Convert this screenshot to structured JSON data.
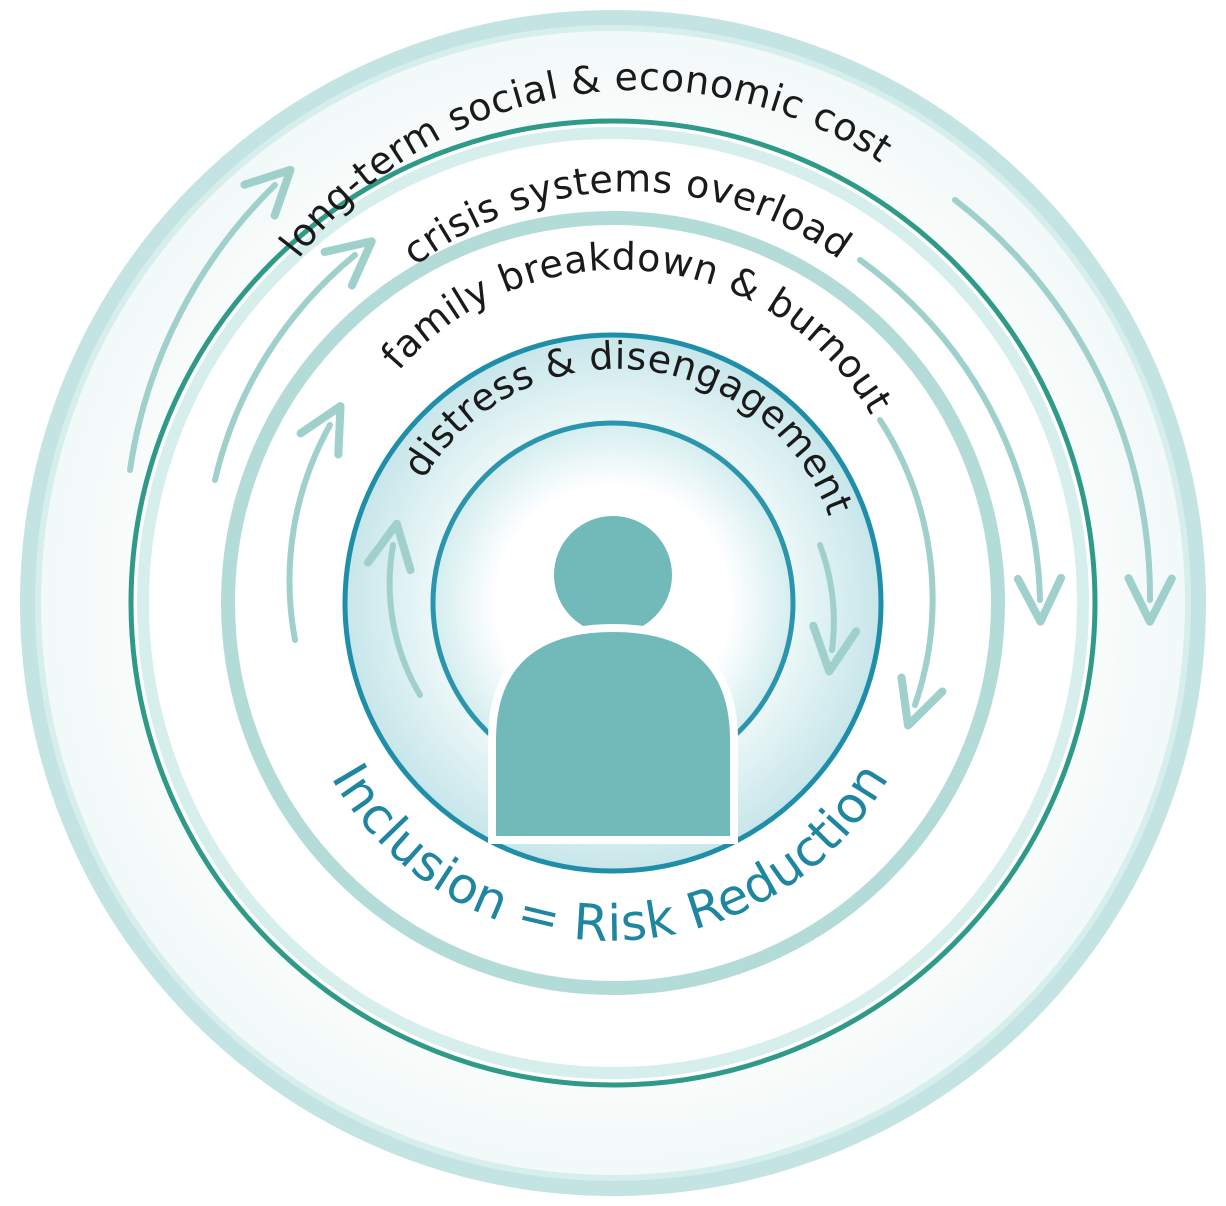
{
  "rings": [
    {
      "label": "long-term social & economic cost",
      "color": "#a9d6d4"
    },
    {
      "label": "crisis systems overload",
      "color": "#2f9a88"
    },
    {
      "label": "family breakdown & burnout",
      "color": "#a9d6d4"
    },
    {
      "label": "distress & disengagement",
      "color": "#1f8ea8"
    }
  ],
  "center": {
    "label": "Inclusion = Risk Reduction",
    "icon": "person-icon",
    "color": "#72b9ba"
  },
  "colors": {
    "arrow": "#9fd0cc",
    "label_text": "#1a1a1a",
    "center_text": "#1e86a0"
  }
}
